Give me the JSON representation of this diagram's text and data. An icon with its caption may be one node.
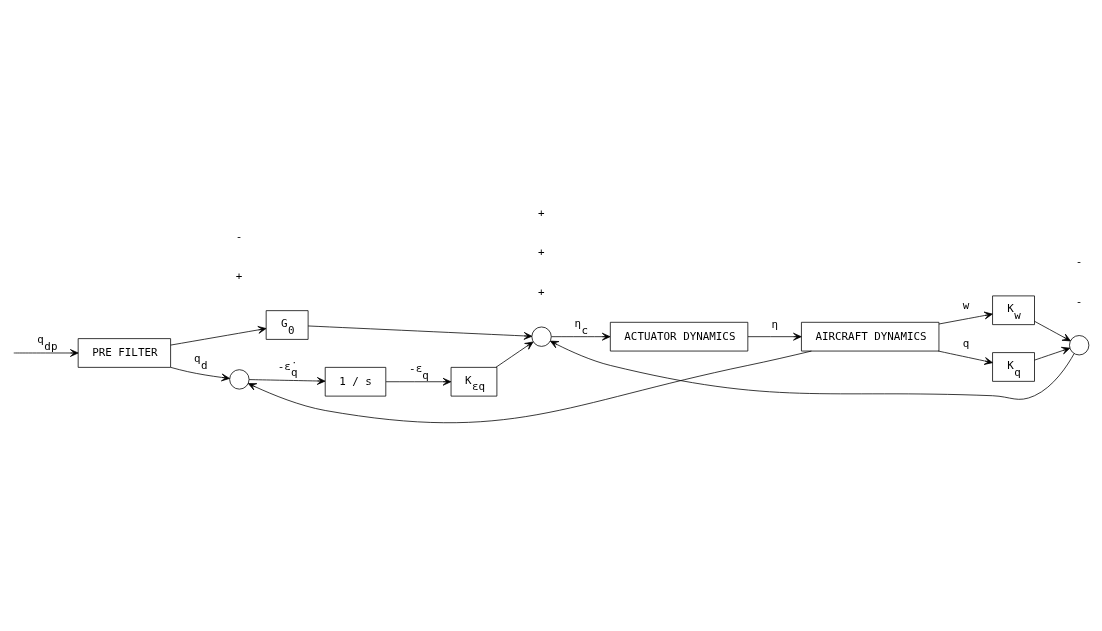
{
  "diagram": {
    "nodes": [
      {
        "text": [
          "PRE FILTER"
        ]
      },
      {
        "text": [
          "G$_{0}$"
        ]
      },
      {
        "text": [],
        "shape": "circle"
      },
      {
        "text": [
          "1 / s"
        ]
      },
      {
        "text": [
          "K$_{εq}$"
        ]
      },
      {
        "text": [],
        "shape": "circle"
      },
      {
        "text": [
          "ACTUATOR DYNAMICS"
        ]
      },
      {
        "text": [
          "AIRCRAFT DYNAMICS"
        ]
      },
      {
        "text": [
          "K$_{w}$"
        ]
      },
      {
        "text": [],
        "shape": "circle"
      },
      {
        "text": [
          "K$_{q}$"
        ]
      }
    ],
    "edges": [
      {
        "from": null,
        "to": 0,
        "arrow": "to",
        "label": "q$_{dp}$"
      },
      {
        "from": 0,
        "to": 1,
        "arrow": "to"
      },
      {
        "from": 0,
        "to": 2,
        "arrow": "to",
        "label": "q$_{d}$"
      },
      {
        "from": 2,
        "to": 3,
        "arrow": "to",
        "label": "-ε̇$_{q}$"
      },
      {
        "from": 3,
        "to": 4,
        "arrow": "to",
        "label": "-ε$_{q}$"
      },
      {
        "from": 4,
        "to": 5,
        "arrow": "to"
      },
      {
        "from": 1,
        "to": 5,
        "arrow": "to"
      },
      {
        "from": 5,
        "to": 6,
        "arrow": "to",
        "label": "η$_{c}$"
      },
      {
        "from": 6,
        "to": 7,
        "arrow": "to",
        "label": "η"
      },
      {
        "from": 7,
        "to": 8,
        "arrow": "to",
        "label": "w"
      },
      {
        "from": 7,
        "to": 10,
        "arrow": "to",
        "label": "q"
      },
      {
        "from": 7,
        "to": 2,
        "arrow": "to"
      },
      {
        "from": 8,
        "to": 9,
        "arrow": "to"
      },
      {
        "from": 10,
        "to": 9,
        "arrow": "to"
      },
      {
        "from": 9,
        "to": 5,
        "arrow": "to"
      }
    ],
    "labels": [
      "+",
      "-",
      "+",
      "+",
      "+",
      "-",
      "-"
    ]
  }
}
